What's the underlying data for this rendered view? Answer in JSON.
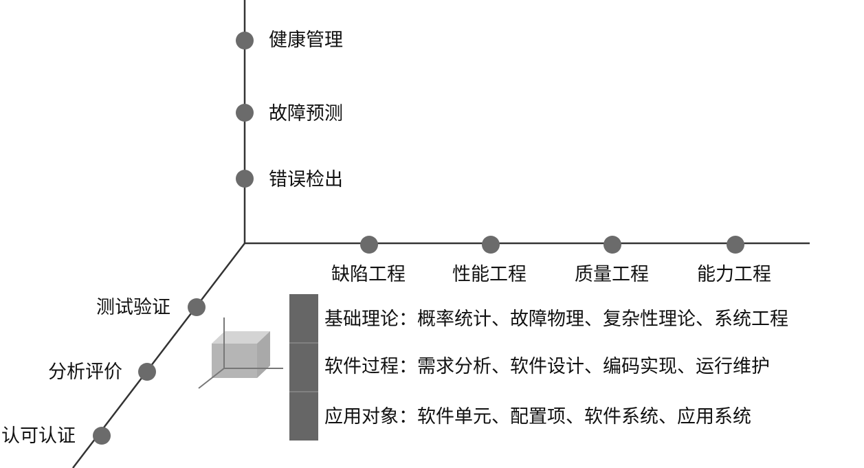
{
  "vertical_axis": {
    "items": [
      "健康管理",
      "故障预测",
      "错误检出"
    ]
  },
  "horizontal_axis": {
    "items": [
      "缺陷工程",
      "性能工程",
      "质量工程",
      "能力工程"
    ]
  },
  "diagonal_axis": {
    "items": [
      "测试验证",
      "分析评价",
      "认可认证"
    ]
  },
  "info_panel": {
    "rows": [
      "基础理论：概率统计、故障物理、复杂性理论、系统工程",
      "软件过程：需求分析、软件设计、编码实现、运行维护",
      "应用对象：软件单元、配置项、软件系统、应用系统"
    ]
  },
  "colors": {
    "axis_line": "#333333",
    "dot": "#6b6b6b",
    "panel_block": "#666666",
    "cube_face": "#b5b5b5"
  }
}
